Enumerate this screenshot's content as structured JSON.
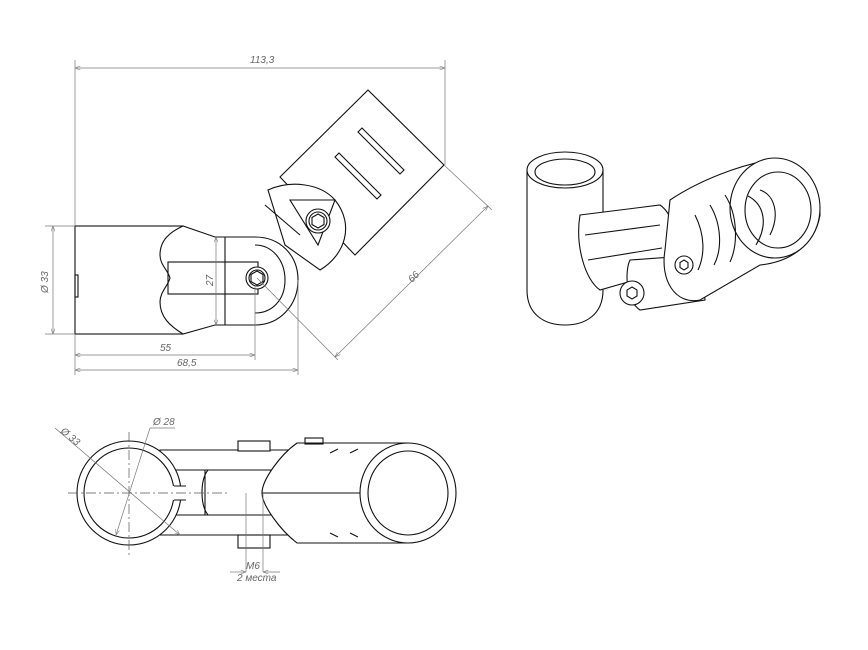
{
  "drawing": {
    "top_view": {
      "overall_width": "113,3",
      "tube_diameter": "Ø 33",
      "fork_height": "27",
      "length_to_pivot": "55",
      "length_total": "68,5",
      "arm_length": "66"
    },
    "bottom_view": {
      "outer_diameter": "Ø 33",
      "inner_diameter": "Ø 28",
      "thread": "M6",
      "thread_note": "2 места"
    },
    "line_color": "#111111",
    "dimension_color": "#777777"
  }
}
